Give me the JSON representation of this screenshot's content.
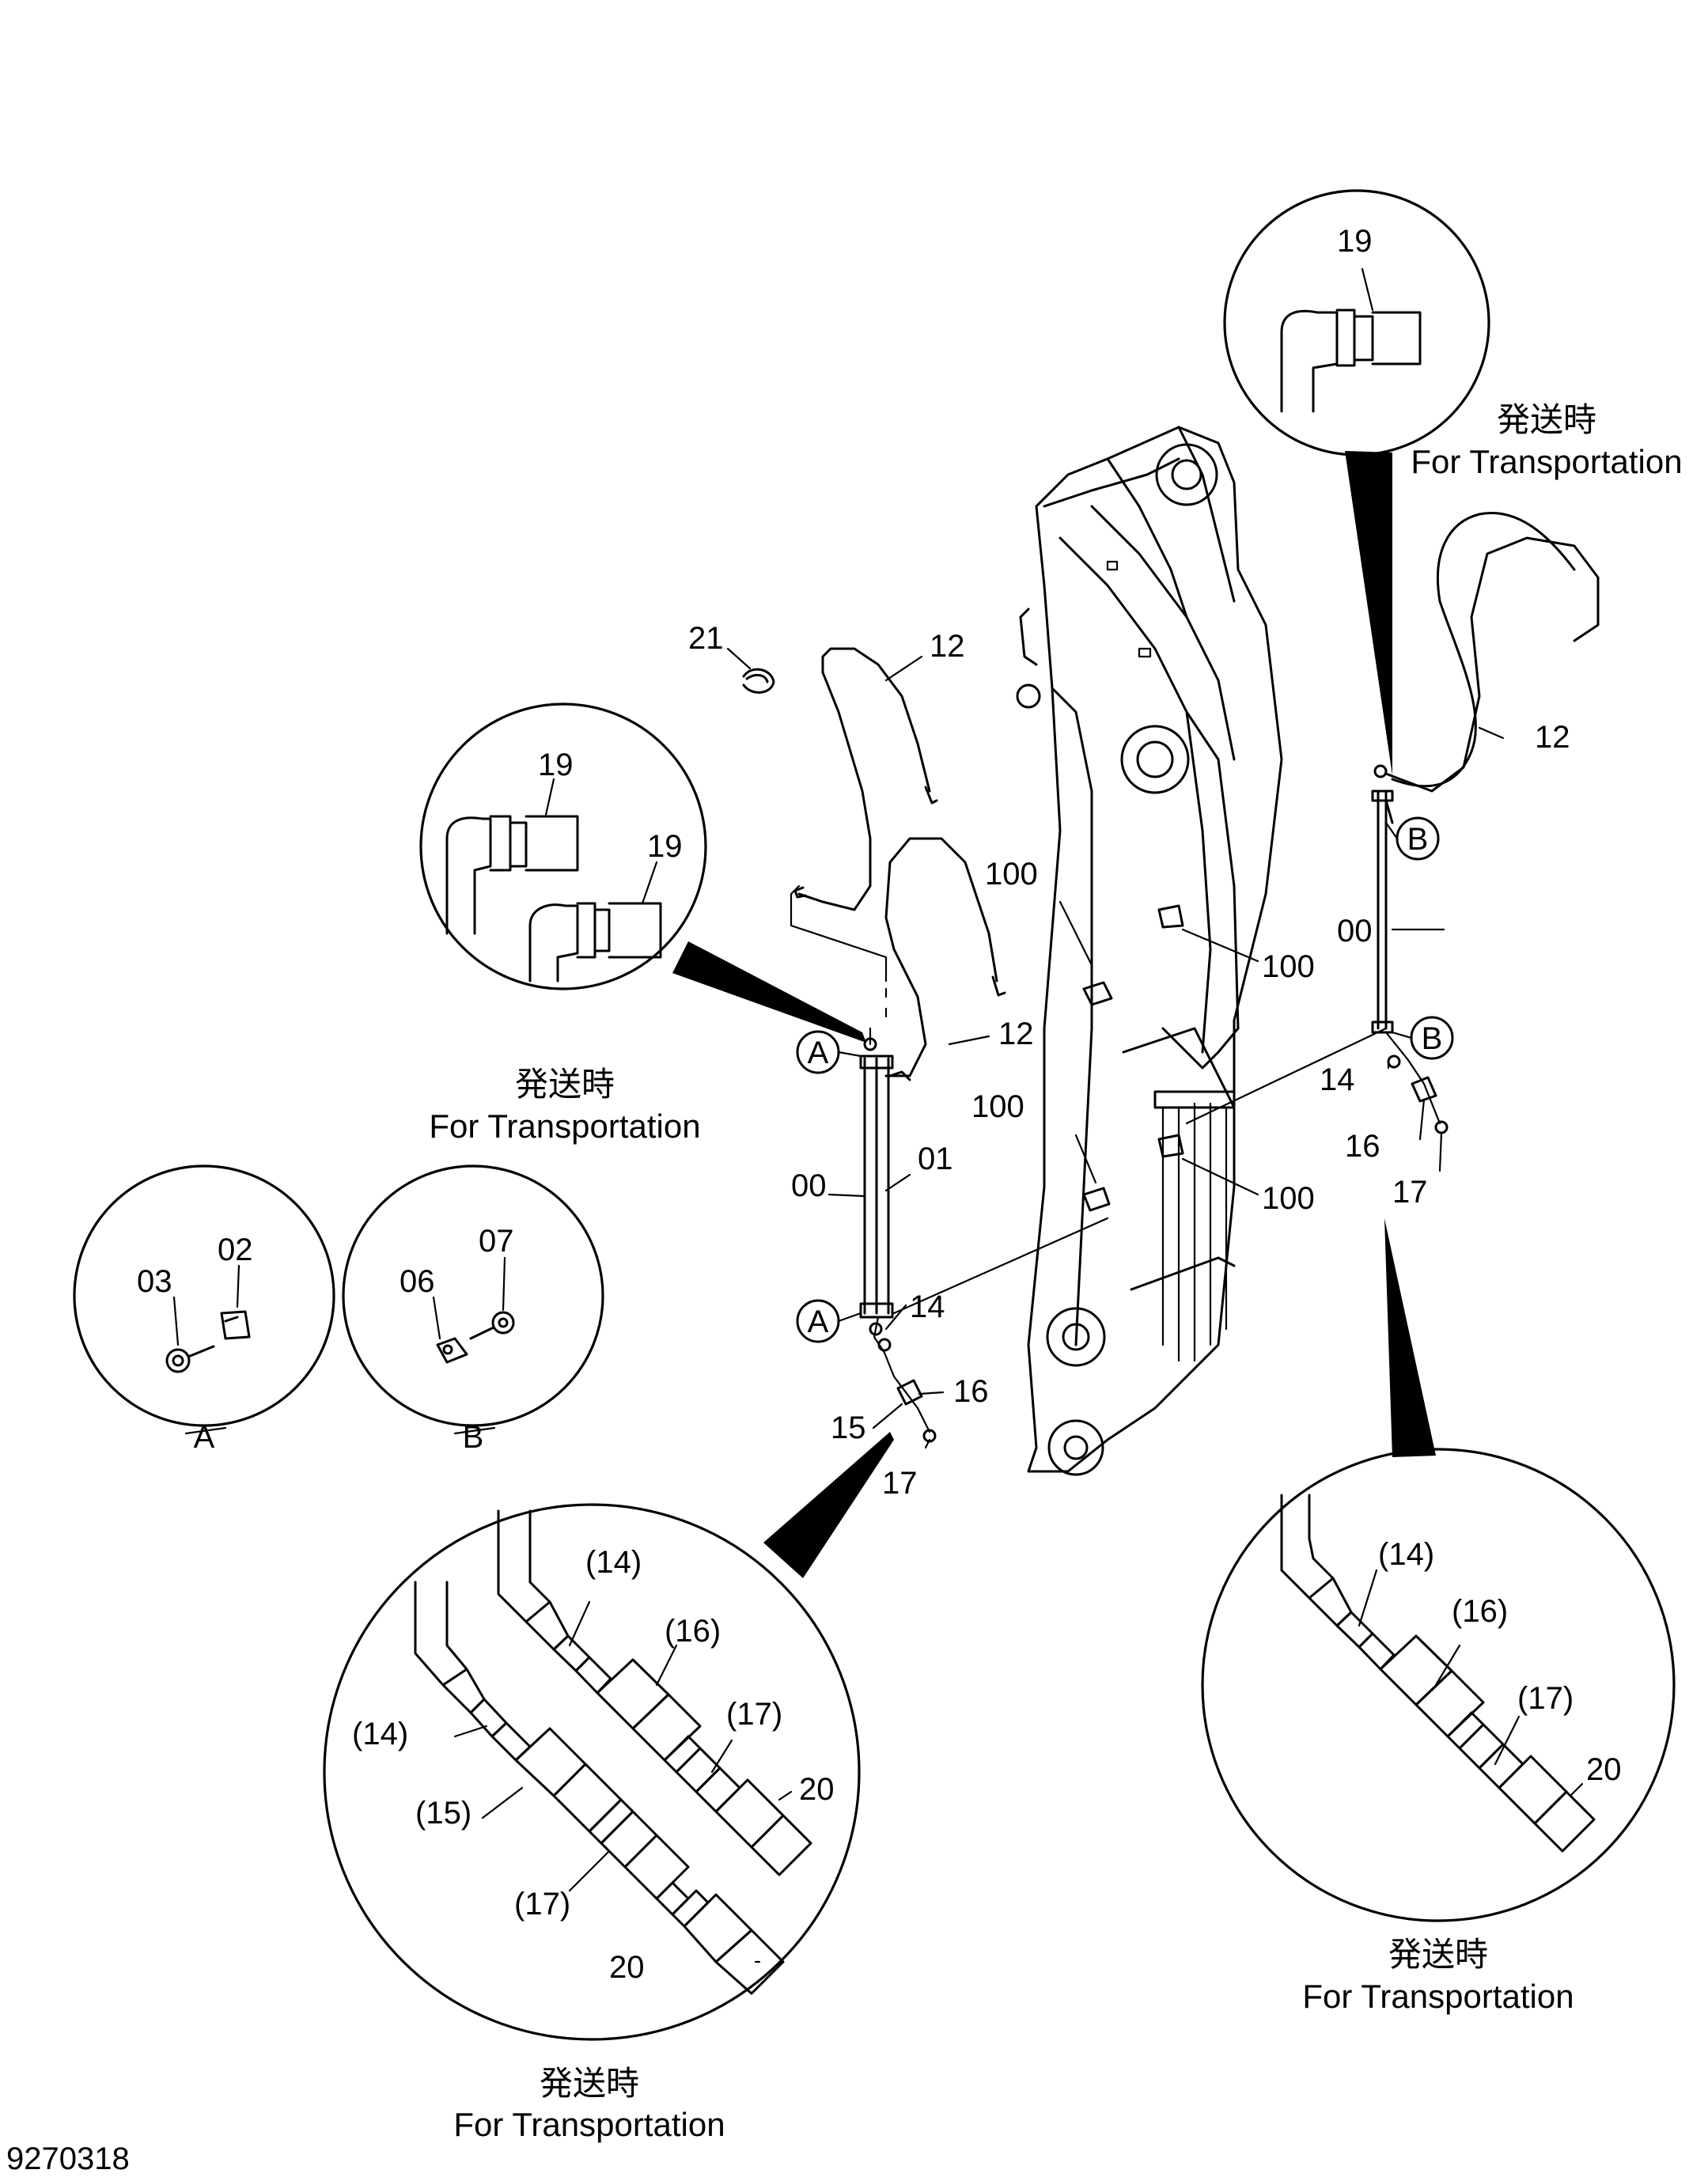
{
  "drawing_number": "9270318",
  "captions": {
    "top_right_jp": "発送時",
    "top_right_en": "For Transportation",
    "mid_left_jp": "発送時",
    "mid_left_en": "For Transportation",
    "bottom_left_jp": "発送時",
    "bottom_left_en": "For Transportation",
    "bottom_right_jp": "発送時",
    "bottom_right_en": "For Transportation"
  },
  "detail_labels": {
    "a": "A",
    "b": "B"
  },
  "part_numbers": {
    "p00": "00",
    "p01": "01",
    "p02": "02",
    "p03": "03",
    "p06": "06",
    "p07": "07",
    "p12": "12",
    "p14": "14",
    "p15": "15",
    "p16": "16",
    "p17": "17",
    "p19": "19",
    "p20": "20",
    "p21": "21",
    "p100": "100"
  },
  "paren_numbers": {
    "p14": "(14)",
    "p15": "(15)",
    "p16": "(16)",
    "p17": "(17)"
  }
}
